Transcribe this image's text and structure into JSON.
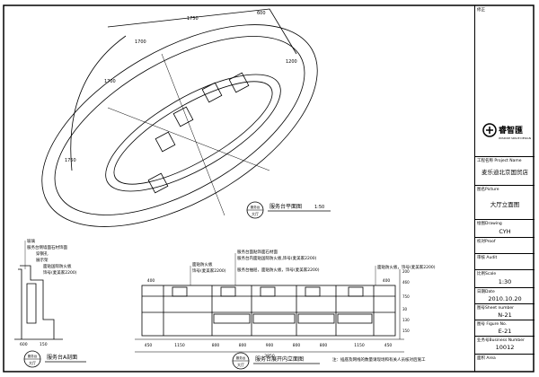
{
  "titleblock": {
    "revision_label": "修正",
    "project_label": "工程名称 Project Name",
    "project_name": "麦乐迪北京国贸店",
    "picture_label": "图名Picture",
    "picture_name": "大厅立面图",
    "drawing_label": "绘图Drawing",
    "drawing_by": "CYH",
    "proof_label": "校对Proof",
    "audit_label": "审核 Audit",
    "scale_label": "比例Scale",
    "scale_value": "1:30",
    "date_label": "日期Date",
    "date_value": "2010.10.20",
    "sheet_label": "图号Sheet number",
    "sheet_value": "N-21",
    "figure_label": "图号 Figure No.",
    "figure_value": "E-21",
    "business_label": "业务号Business Number",
    "business_value": "10012",
    "area_label": "面积 Area",
    "logo_text": "睿智匯",
    "logo_sub": "WISDOM SPACE DESIGN"
  },
  "plan": {
    "title": "服务台平面图",
    "scale": "1:50",
    "tag_top": "服务台",
    "tag_bottom": "大厅",
    "dims": [
      "1750",
      "600",
      "1700",
      "1750",
      "1700",
      "1200"
    ]
  },
  "section": {
    "title": "服务台A剖面",
    "tag_top": "服务台",
    "tag_bottom": "大厅",
    "notes": [
      "玻璃",
      "服务台侧墙面石材饰面",
      "穿钢孔",
      "展示架",
      "面贴国际防火板",
      "饰号(麦美家2200)"
    ],
    "dims": [
      "600",
      "150"
    ]
  },
  "elevation": {
    "title": "服务台展开内立面图",
    "tag_top": "服务台",
    "tag_bottom": "大厅",
    "callouts": [
      "面贴防火板",
      "饰号(麦美家2200)",
      "服务台面贴饰面石材面",
      "服务台内面贴国际防火板,饰号(麦美家2200)",
      "服务台抽屉，面贴防火板，饰号(麦美家2200)",
      "面贴防火板，饰号(麦美家2200)"
    ],
    "dims_bottom": [
      "450",
      "1150",
      "800",
      "800",
      "900",
      "800",
      "800",
      "1150",
      "450"
    ],
    "dims_top": [
      "400",
      "400"
    ],
    "dims_side": [
      "200",
      "460",
      "750",
      "30",
      "130",
      "150"
    ],
    "overall": "3850",
    "note": "注：插座及网线的数量请现场和有关人员核对后施工"
  }
}
